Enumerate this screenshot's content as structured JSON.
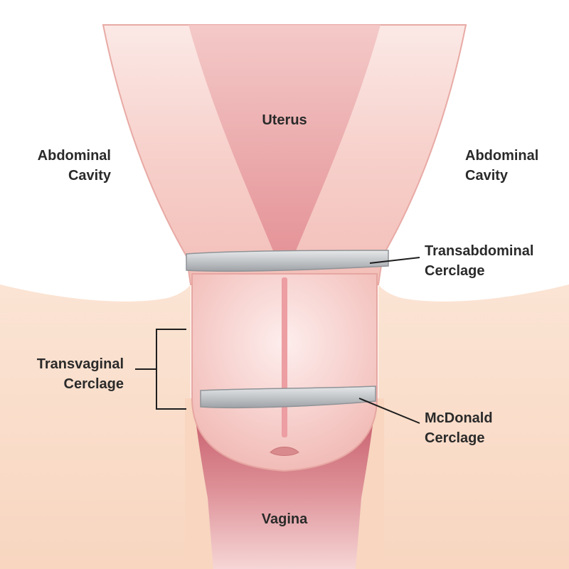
{
  "labels": {
    "uterus": "Uterus",
    "abdominal_left": [
      "Abdominal",
      "Cavity"
    ],
    "abdominal_right": [
      "Abdominal",
      "Cavity"
    ],
    "transabdominal": [
      "Transabdominal",
      "Cerclage"
    ],
    "transvaginal": [
      "Transvaginal",
      "Cerclage"
    ],
    "mcdonald": [
      "McDonald",
      "Cerclage"
    ],
    "vagina": "Vagina"
  },
  "colors": {
    "skin": "#f9dcc8",
    "uterus_outer": "#f6c9c4",
    "uterus_inner": "#e48f94",
    "cervix": "#f5c2bd",
    "vagina": "#c25464",
    "band": "#b9bcc0",
    "leader": "#1e1e1e"
  }
}
